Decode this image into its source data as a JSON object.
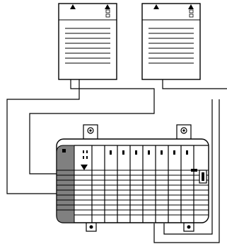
{
  "diagram": {
    "stroke_color": "#000000",
    "fill_color": "#ffffff",
    "accent_fill": "#808080",
    "components": {
      "power_supply_left": {
        "icon": "power-supply-module-icon"
      },
      "power_supply_right": {
        "icon": "power-supply-module-icon"
      },
      "io_chassis": {
        "icon": "modular-io-chassis-icon",
        "slot_count": 8
      }
    },
    "connections": [
      {
        "from": "power_supply_left",
        "to": "io_chassis"
      },
      {
        "from": "power_supply_left",
        "to": "io_chassis"
      },
      {
        "from": "power_supply_right",
        "to": "io_chassis"
      },
      {
        "from": "power_supply_right",
        "to": "io_chassis"
      }
    ]
  }
}
